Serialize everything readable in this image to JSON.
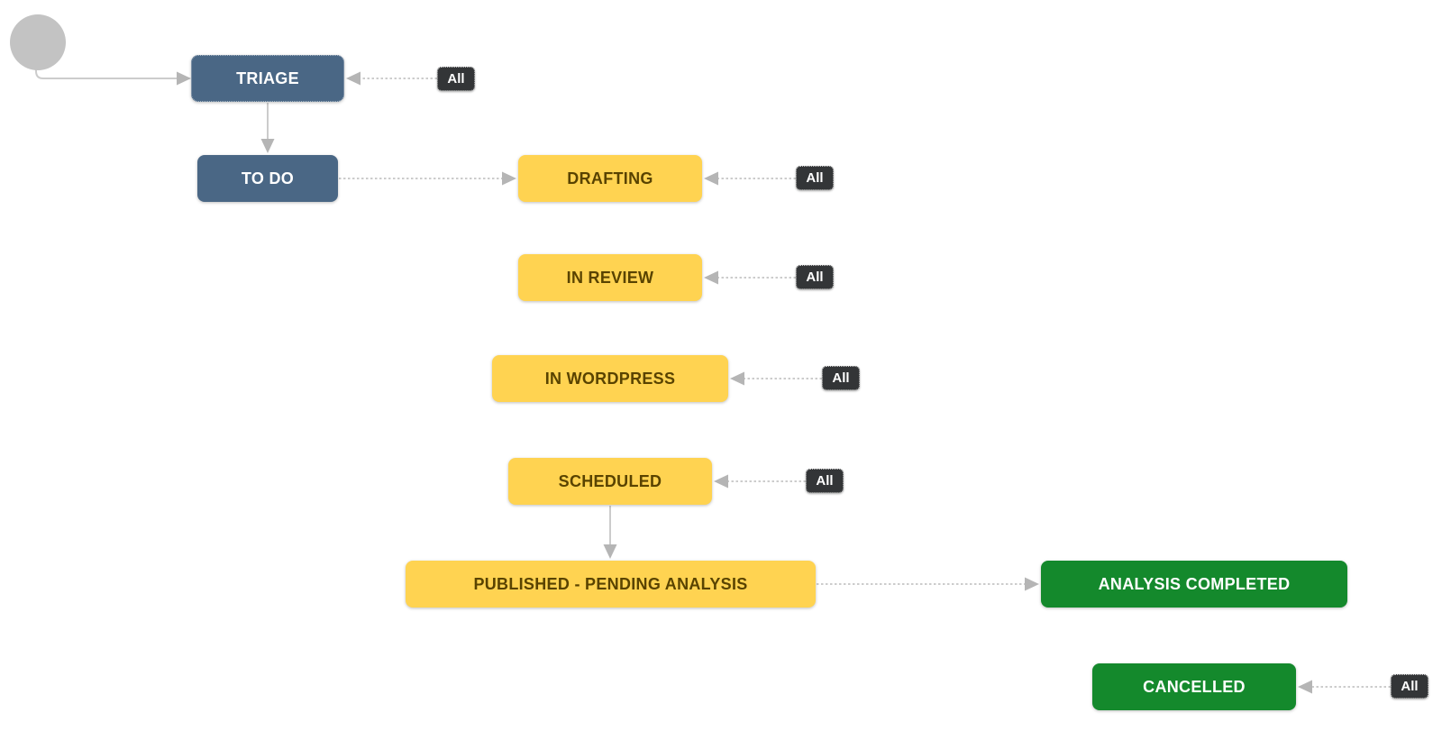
{
  "workflow": {
    "start_node": {
      "name": "start"
    },
    "statuses": [
      {
        "label": "TRIAGE",
        "category": "blue",
        "text_color": "#ffffff"
      },
      {
        "label": "TO DO",
        "category": "blue",
        "text_color": "#ffffff"
      },
      {
        "label": "DRAFTING",
        "category": "yellow",
        "text_color": "#594300"
      },
      {
        "label": "IN REVIEW",
        "category": "yellow",
        "text_color": "#594300"
      },
      {
        "label": "IN WORDPRESS",
        "category": "yellow",
        "text_color": "#594300"
      },
      {
        "label": "SCHEDULED",
        "category": "yellow",
        "text_color": "#594300"
      },
      {
        "label": "PUBLISHED - PENDING ANALYSIS",
        "category": "yellow",
        "text_color": "#594300"
      },
      {
        "label": "ANALYSIS COMPLETED",
        "category": "green",
        "text_color": "#ffffff"
      },
      {
        "label": "CANCELLED",
        "category": "green",
        "text_color": "#ffffff"
      }
    ],
    "global_transition_labels": [
      {
        "label": "All",
        "target": "TRIAGE"
      },
      {
        "label": "All",
        "target": "DRAFTING"
      },
      {
        "label": "All",
        "target": "IN REVIEW"
      },
      {
        "label": "All",
        "target": "IN WORDPRESS"
      },
      {
        "label": "All",
        "target": "SCHEDULED"
      },
      {
        "label": "All",
        "target": "CANCELLED"
      }
    ],
    "edges": [
      {
        "from": "start",
        "to": "TRIAGE"
      },
      {
        "from": "All",
        "to": "TRIAGE"
      },
      {
        "from": "TRIAGE",
        "to": "TO DO"
      },
      {
        "from": "TO DO",
        "to": "DRAFTING"
      },
      {
        "from": "All",
        "to": "DRAFTING"
      },
      {
        "from": "All",
        "to": "IN REVIEW"
      },
      {
        "from": "All",
        "to": "IN WORDPRESS"
      },
      {
        "from": "All",
        "to": "SCHEDULED"
      },
      {
        "from": "SCHEDULED",
        "to": "PUBLISHED - PENDING ANALYSIS"
      },
      {
        "from": "PUBLISHED - PENDING ANALYSIS",
        "to": "ANALYSIS COMPLETED"
      },
      {
        "from": "All",
        "to": "CANCELLED"
      }
    ]
  },
  "colors": {
    "status_blue": "#4a6785",
    "status_yellow": "#ffd351",
    "status_yellow_text": "#594300",
    "status_green": "#14892c",
    "status_text_light": "#ffffff",
    "transition_badge_bg": "#333537",
    "transition_badge_text": "#ffffff",
    "arrow_line": "#cccccc",
    "arrow_head": "#b5b5b5",
    "start_node": "#c3c3c3",
    "background": "#ffffff"
  }
}
